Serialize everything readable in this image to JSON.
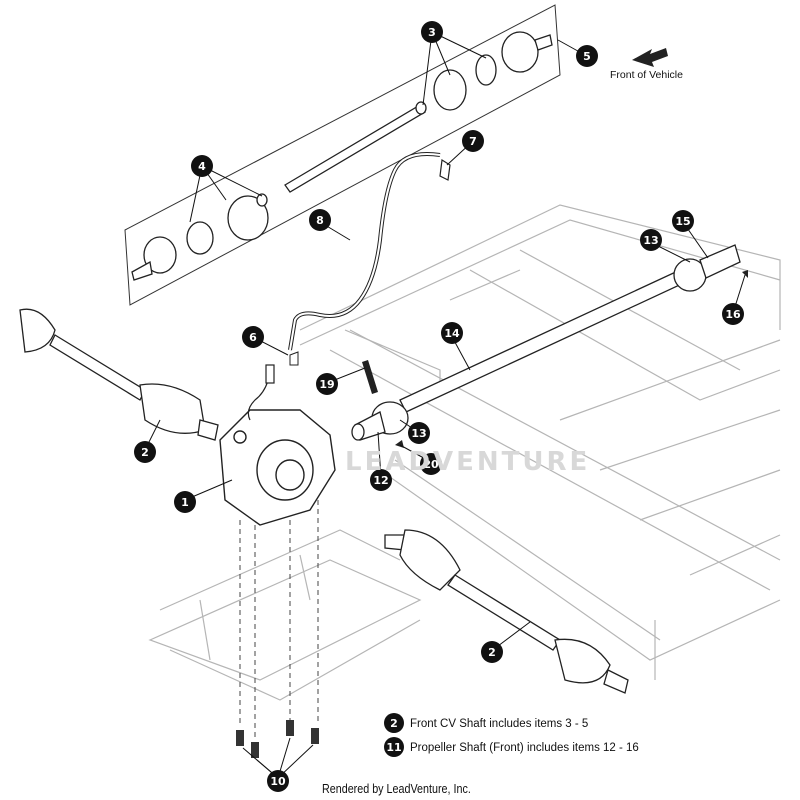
{
  "diagram": {
    "front_label": "Front of Vehicle",
    "watermark": "LEADVENTURE",
    "callouts": [
      "1",
      "2",
      "2",
      "3",
      "4",
      "5",
      "6",
      "7",
      "8",
      "10",
      "12",
      "13",
      "13",
      "14",
      "15",
      "16",
      "19",
      "20"
    ],
    "notes": [
      {
        "num": "2",
        "text": "Front CV Shaft includes items 3 - 5"
      },
      {
        "num": "11",
        "text": "Propeller Shaft (Front) includes items 12 - 16"
      }
    ],
    "credit": "Rendered by LeadVenture, Inc."
  }
}
